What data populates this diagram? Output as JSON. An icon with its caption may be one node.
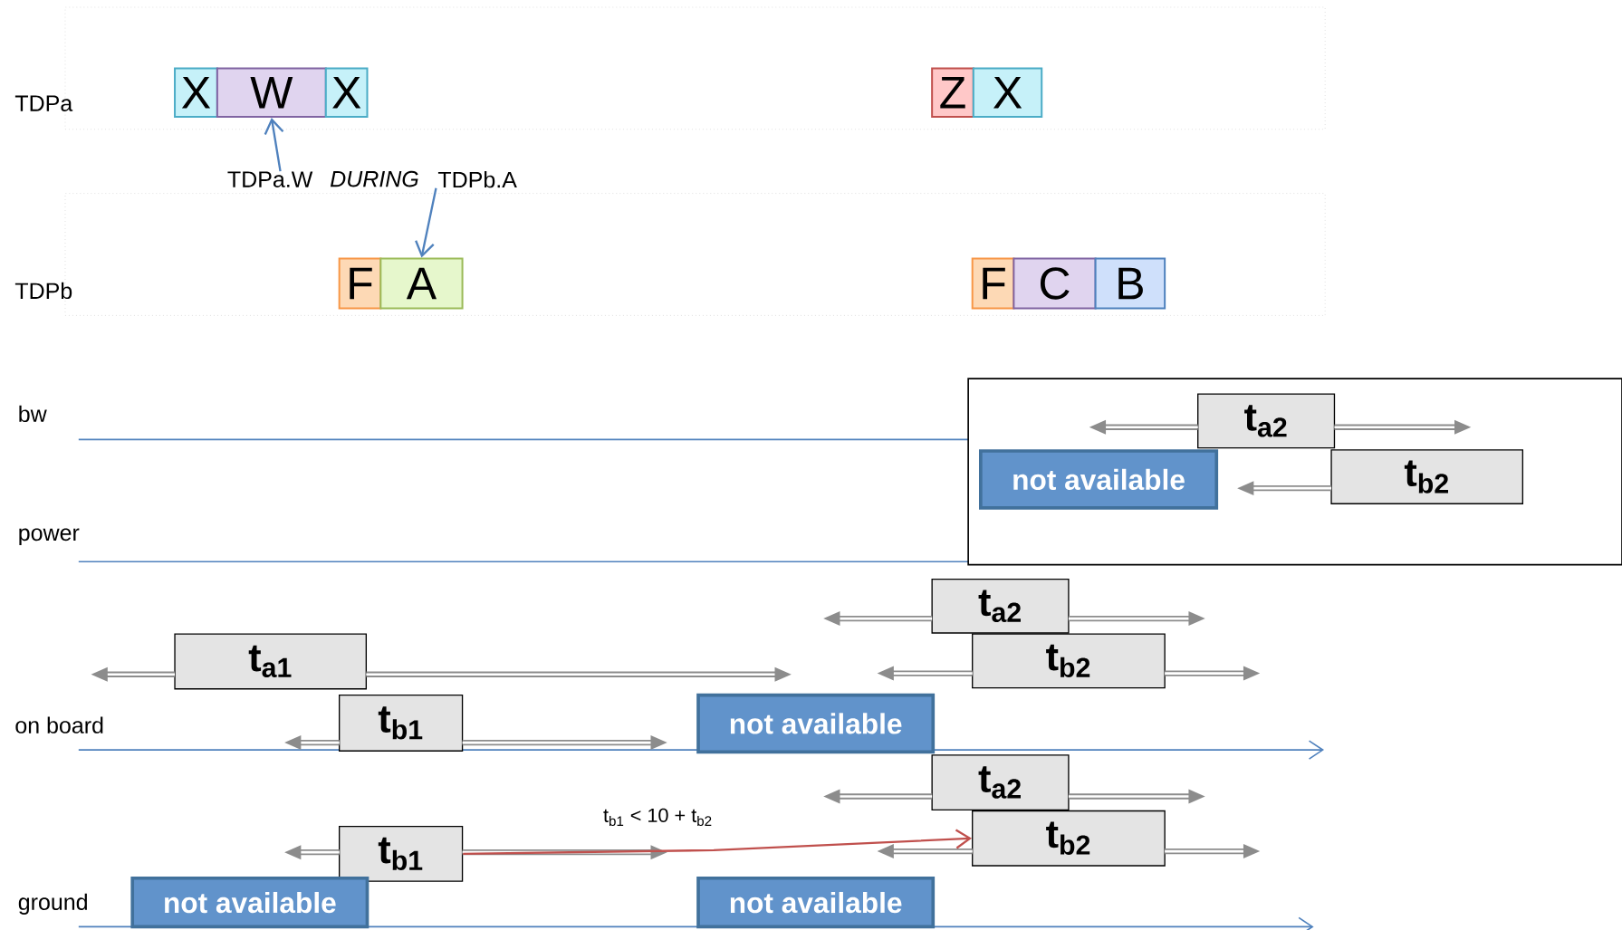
{
  "diagram": {
    "nodes": [
      {
        "text": [
          "TDPa"
        ]
      },
      {
        "text": [
          "X"
        ],
        "in": 0
      },
      {
        "text": [
          "W"
        ],
        "in": 0
      },
      {
        "text": [
          "X"
        ],
        "in": 0
      },
      {
        "text": [
          "Z"
        ],
        "in": 0
      },
      {
        "text": [
          "X"
        ],
        "in": 0
      },
      {
        "text": [
          "TDPa.W"
        ]
      },
      {
        "text": [
          "TDPb.A"
        ]
      },
      {
        "text": [
          "TDPb"
        ]
      },
      {
        "text": [
          "F"
        ],
        "in": 8
      },
      {
        "text": [
          "A"
        ],
        "in": 8
      },
      {
        "text": [
          "F"
        ],
        "in": 8
      },
      {
        "text": [
          "C"
        ],
        "in": 8
      },
      {
        "text": [
          "B"
        ],
        "in": 8
      },
      {
        "text": [],
        "shape": "box"
      },
      {
        "text": [
          "t$_{a2}$"
        ],
        "in": 14
      },
      {
        "text": [
          "not available"
        ],
        "in": 14
      },
      {
        "text": [
          "t$_{b2}$"
        ],
        "in": 14
      },
      {
        "text": [
          "t$_{a2}$"
        ]
      },
      {
        "text": [
          "t$_{a1}$"
        ]
      },
      {
        "text": [
          "t$_{b2}$"
        ]
      },
      {
        "text": [
          "t$_{b1}$"
        ]
      },
      {
        "text": [
          "not available"
        ]
      },
      {
        "text": [
          "t$_{a2}$"
        ]
      },
      {
        "text": [
          "t$_{b2}$"
        ]
      },
      {
        "text": [
          "t$_{b1}$"
        ]
      },
      {
        "text": [
          "not available"
        ]
      },
      {
        "text": [
          "not available"
        ]
      }
    ],
    "edges": [
      {
        "from": 6,
        "to": 2,
        "arrow": "to",
        "color": "#4f81bd"
      },
      {
        "from": 7,
        "to": 10,
        "arrow": "to",
        "color": "#4f81bd"
      },
      {
        "from": 25,
        "to": 24,
        "arrow": "to",
        "label": "t$_{b1}$ < 10 + t$_{b2}$",
        "color": "#c0504d"
      }
    ],
    "labels": [
      "DURING",
      "bw",
      "power",
      "on board",
      "ground"
    ]
  }
}
